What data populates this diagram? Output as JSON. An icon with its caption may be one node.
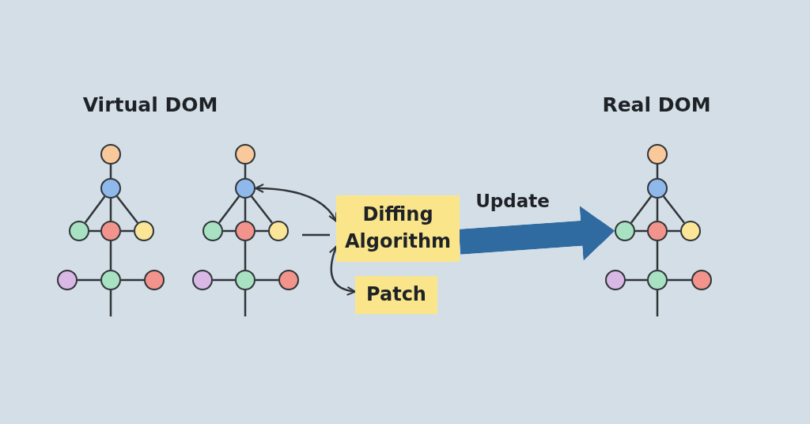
{
  "diagram": {
    "nodes": [
      {
        "text": [],
        "shape": "circle"
      },
      {
        "text": [],
        "shape": "circle"
      },
      {
        "text": [],
        "shape": "circle"
      },
      {
        "text": [],
        "shape": "circle"
      },
      {
        "text": [],
        "shape": "circle"
      },
      {
        "text": [],
        "shape": "circle"
      },
      {
        "text": [],
        "shape": "circle"
      },
      {
        "text": [],
        "shape": "circle"
      },
      {
        "text": [],
        "shape": "circle"
      },
      {
        "text": [],
        "shape": "circle"
      },
      {
        "text": [],
        "shape": "circle"
      },
      {
        "text": [],
        "shape": "circle"
      },
      {
        "text": [],
        "shape": "circle"
      },
      {
        "text": [],
        "shape": "circle"
      },
      {
        "text": [],
        "shape": "circle"
      },
      {
        "text": [],
        "shape": "circle"
      },
      {
        "text": [],
        "shape": "circle"
      },
      {
        "text": [],
        "shape": "circle"
      },
      {
        "text": [],
        "shape": "circle"
      },
      {
        "text": [],
        "shape": "circle"
      },
      {
        "text": [],
        "shape": "circle"
      },
      {
        "text": [],
        "shape": "circle"
      },
      {
        "text": [],
        "shape": "circle"
      },
      {
        "text": [],
        "shape": "circle"
      },
      {
        "text": [
          "Diffing Algorithm"
        ]
      },
      {
        "text": [
          "Patch"
        ]
      }
    ],
    "edges": [
      {
        "from": 0,
        "to": 1,
        "arrow": "none"
      },
      {
        "from": 1,
        "to": 2,
        "arrow": "none"
      },
      {
        "from": 1,
        "to": 3,
        "arrow": "none"
      },
      {
        "from": 1,
        "to": 4,
        "arrow": "none"
      },
      {
        "from": 2,
        "to": 3,
        "arrow": "none"
      },
      {
        "from": 3,
        "to": 4,
        "arrow": "none"
      },
      {
        "from": 3,
        "to": 6,
        "arrow": "none"
      },
      {
        "from": 5,
        "to": 6,
        "arrow": "none"
      },
      {
        "from": 6,
        "to": 7,
        "arrow": "none"
      },
      {
        "from": 6,
        "to": null,
        "arrow": "none"
      },
      {
        "from": 8,
        "to": 9,
        "arrow": "none"
      },
      {
        "from": 9,
        "to": 10,
        "arrow": "none"
      },
      {
        "from": 9,
        "to": 11,
        "arrow": "none"
      },
      {
        "from": 9,
        "to": 12,
        "arrow": "none"
      },
      {
        "from": 10,
        "to": 11,
        "arrow": "none"
      },
      {
        "from": 11,
        "to": 12,
        "arrow": "none"
      },
      {
        "from": 11,
        "to": 14,
        "arrow": "none"
      },
      {
        "from": 13,
        "to": 14,
        "arrow": "none"
      },
      {
        "from": 14,
        "to": 15,
        "arrow": "none"
      },
      {
        "from": 14,
        "to": null,
        "arrow": "none"
      },
      {
        "from": 16,
        "to": 17,
        "arrow": "none"
      },
      {
        "from": 17,
        "to": 18,
        "arrow": "none"
      },
      {
        "from": 17,
        "to": 19,
        "arrow": "none"
      },
      {
        "from": 17,
        "to": 20,
        "arrow": "none"
      },
      {
        "from": 18,
        "to": 19,
        "arrow": "none"
      },
      {
        "from": 19,
        "to": 20,
        "arrow": "none"
      },
      {
        "from": 19,
        "to": 22,
        "arrow": "none"
      },
      {
        "from": 21,
        "to": 22,
        "arrow": "none"
      },
      {
        "from": 22,
        "to": 23,
        "arrow": "none"
      },
      {
        "from": 22,
        "to": null,
        "arrow": "none"
      },
      {
        "from": 24,
        "to": 9,
        "arrow": "both"
      },
      {
        "from": 24,
        "to": 25,
        "arrow": "both"
      },
      {
        "from": 24,
        "to": 18,
        "arrow": "to",
        "label": "Update",
        "style": "thick",
        "color": "#2f6aa1"
      }
    ],
    "labels": [
      "Virtual DOM",
      "Real DOM"
    ]
  }
}
